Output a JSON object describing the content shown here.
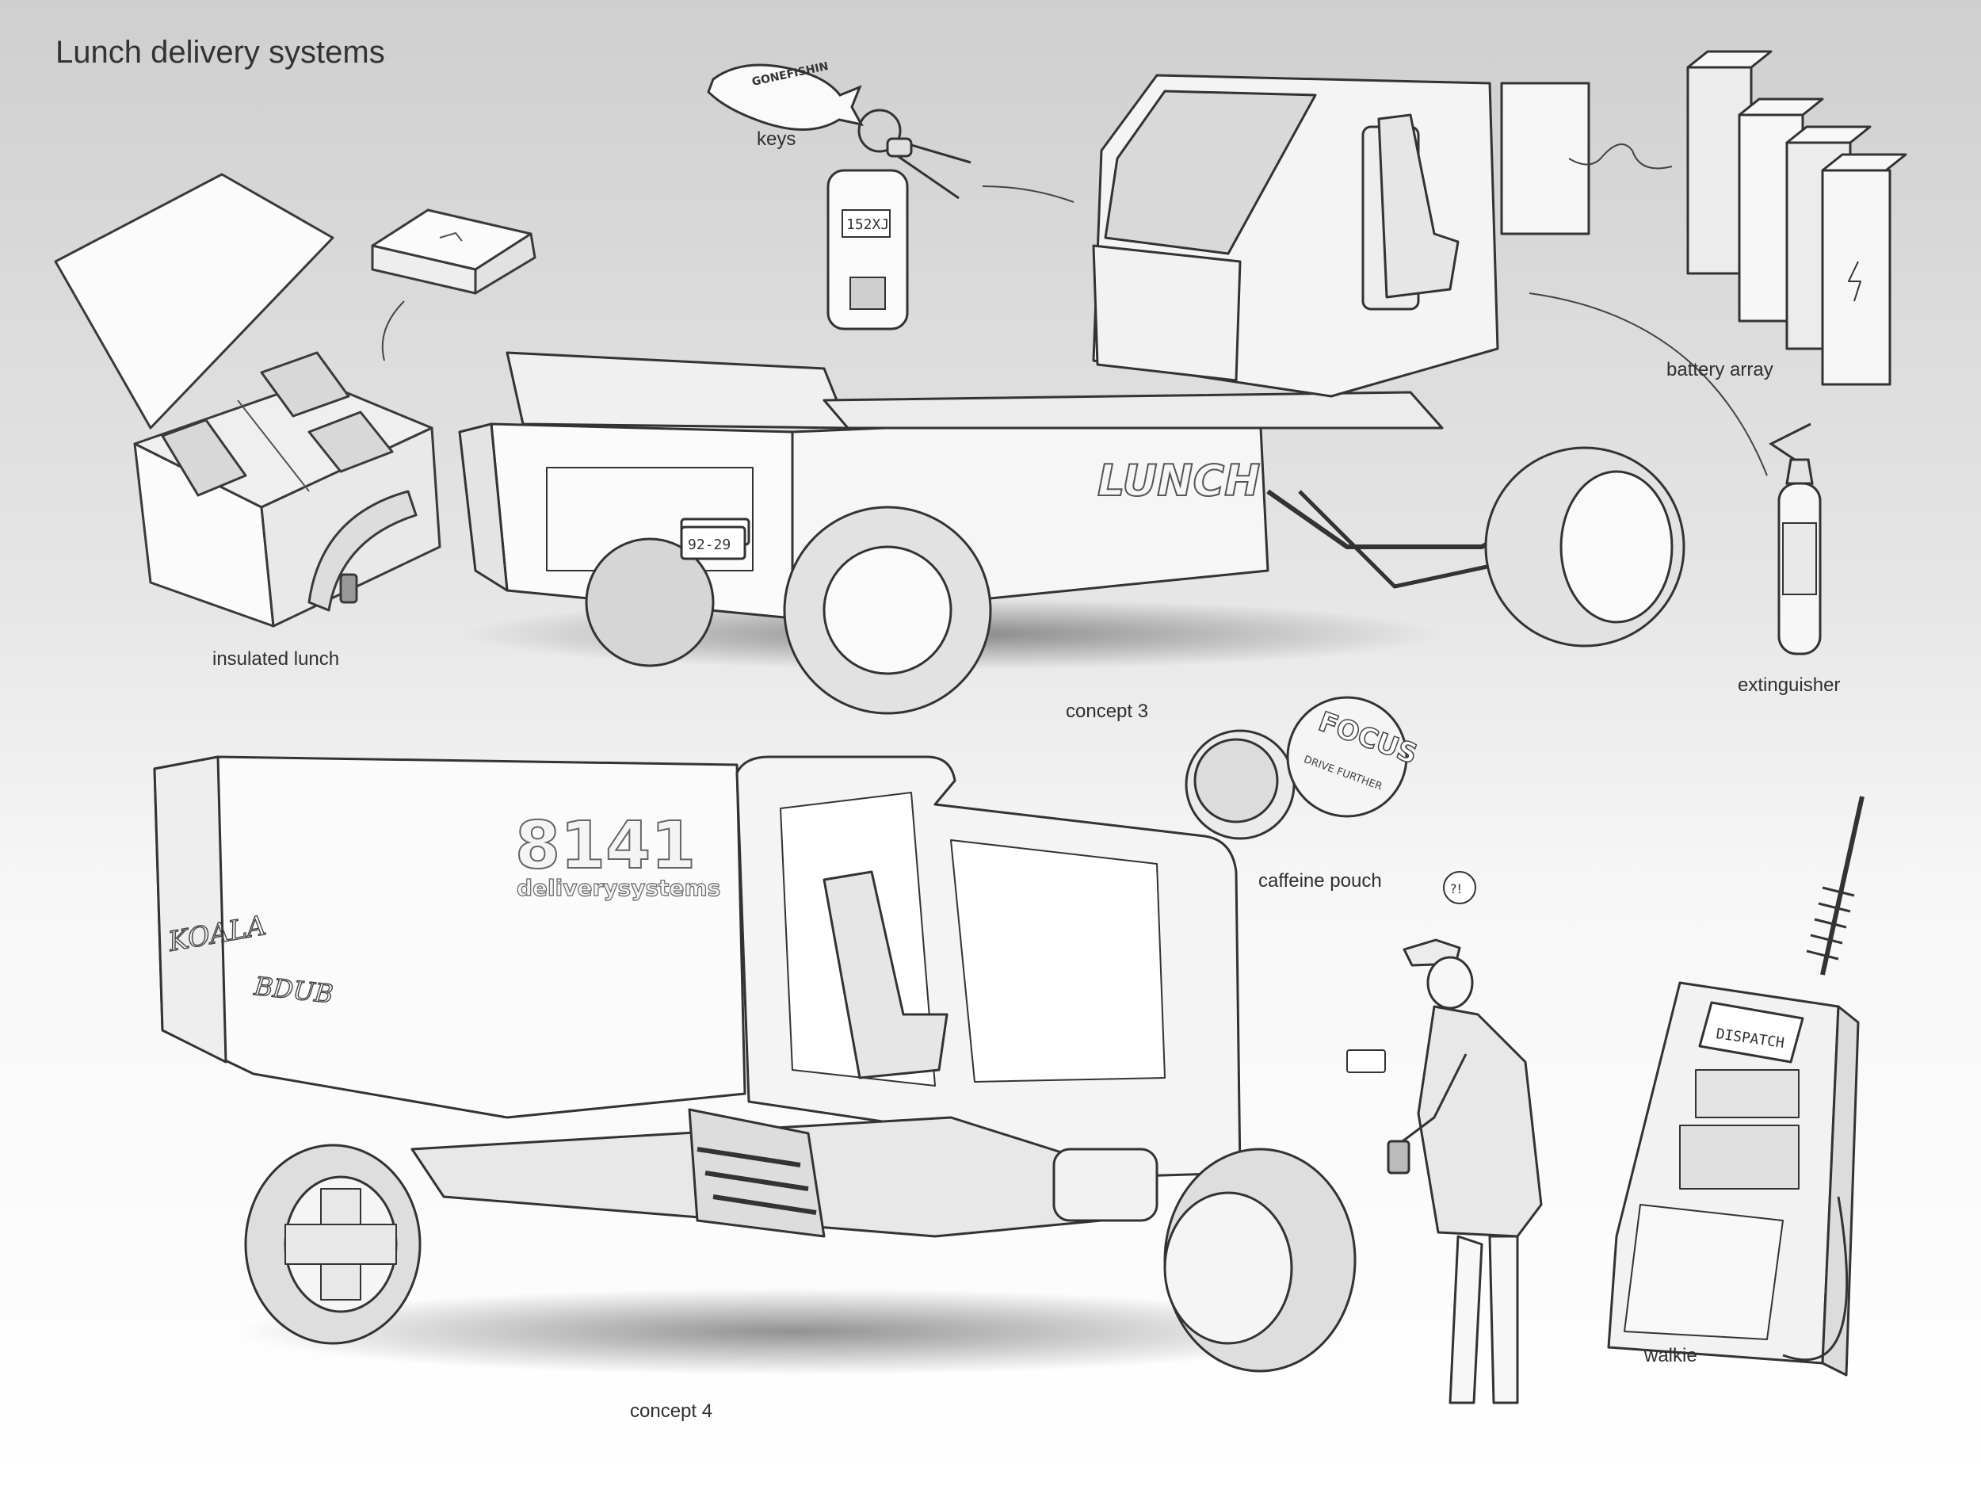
{
  "sheet": {
    "title": "Lunch delivery systems"
  },
  "labels": {
    "keys": "keys",
    "insulated_lunch": "insulated lunch",
    "concept_3": "concept 3",
    "battery_array": "battery array",
    "extinguisher": "extinguisher",
    "caffeine_pouch": "caffeine pouch",
    "concept_4": "concept 4",
    "walkie": "walkie"
  },
  "markings": {
    "keychain_fish": "GONEFISHIN",
    "key_tag": "152XJ",
    "plate": "92-29",
    "truck_brand": "LUNCH",
    "van_number": "8141",
    "van_brand": "deliverysystems",
    "tin_brand": "FOCUS",
    "tin_sub": "DRIVE FURTHER",
    "walkie_screen": "DISPATCH",
    "graffiti_1": "KOALA",
    "graffiti_2": "BDUB",
    "speech": "?!"
  }
}
